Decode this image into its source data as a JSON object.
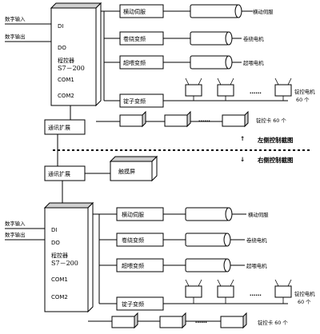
{
  "top": {
    "inputs": [
      "数字输入",
      "数字输出"
    ],
    "plc": [
      "DI",
      "DO",
      "程控器",
      "S7－200",
      "COM1",
      "COM2"
    ],
    "rows": [
      {
        "box": "横动伺服",
        "device": "横动伺服"
      },
      {
        "box": "卷绕变频",
        "device": "卷绕电机"
      },
      {
        "box": "超喂变频",
        "device": "超喂电机"
      },
      {
        "box": "锭子变频",
        "device": "锭控电机",
        "count": "60 个"
      }
    ],
    "card_label": "锭控卡 60 个",
    "comm": "通讯扩展",
    "section": "左侧控制截图"
  },
  "middle": {
    "comm": "通讯扩展",
    "touch": "触摸屏",
    "section": "右侧控制截图"
  },
  "bottom": {
    "inputs": [
      "数字输入",
      "数字输出"
    ],
    "plc": [
      "DI",
      "DO",
      "程控器",
      "S7－200",
      "COM1",
      "COM2"
    ],
    "rows": [
      {
        "box": "横动伺服",
        "device": "横动伺服"
      },
      {
        "box": "卷绕变频",
        "device": "卷绕电机"
      },
      {
        "box": "超喂变频",
        "device": "超喂电机"
      },
      {
        "box": "锭子变频",
        "device": "锭控电机",
        "count": "60 个"
      }
    ],
    "card_label": "锭控卡 60 个"
  },
  "symbols": {
    "dots": "……",
    "arrow_up": "↑",
    "arrow_down": "↓"
  }
}
